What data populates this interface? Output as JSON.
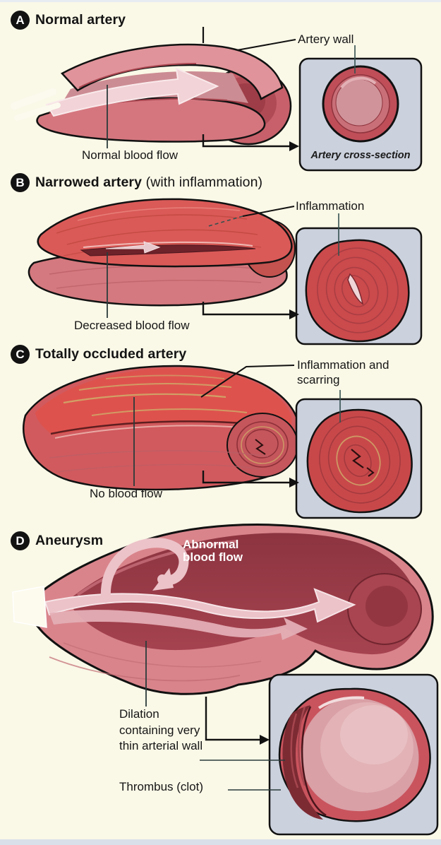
{
  "page": {
    "background": "#FAF8E7",
    "panel_fill": "#CBD1DD",
    "artery_pink": "#D9848B",
    "artery_red": "#DA5A58",
    "interior_maroon": "#9C3B46",
    "flow_arrow_pink": "#F2D3D7",
    "scarring_tan": "#CFA869",
    "badge_color": "#121212"
  },
  "sections": {
    "a": {
      "badge": "A",
      "title": "Normal artery",
      "artery_wall_label": "Artery wall",
      "flow_label": "Normal blood flow",
      "caption": "Artery cross-section"
    },
    "b": {
      "badge": "B",
      "title": "Narrowed artery",
      "title_suffix": " (with inflammation)",
      "inflammation_label": "Inflammation",
      "flow_label": "Decreased blood flow"
    },
    "c": {
      "badge": "C",
      "title": "Totally occluded artery",
      "inflammation_label": "Inflammation and scarring",
      "flow_label": "No blood flow"
    },
    "d": {
      "badge": "D",
      "title": "Aneurysm",
      "abnormal_flow_label": "Abnormal blood flow",
      "dilation_label": "Dilation containing very thin arterial wall",
      "thrombus_label": "Thrombus (clot)"
    }
  }
}
